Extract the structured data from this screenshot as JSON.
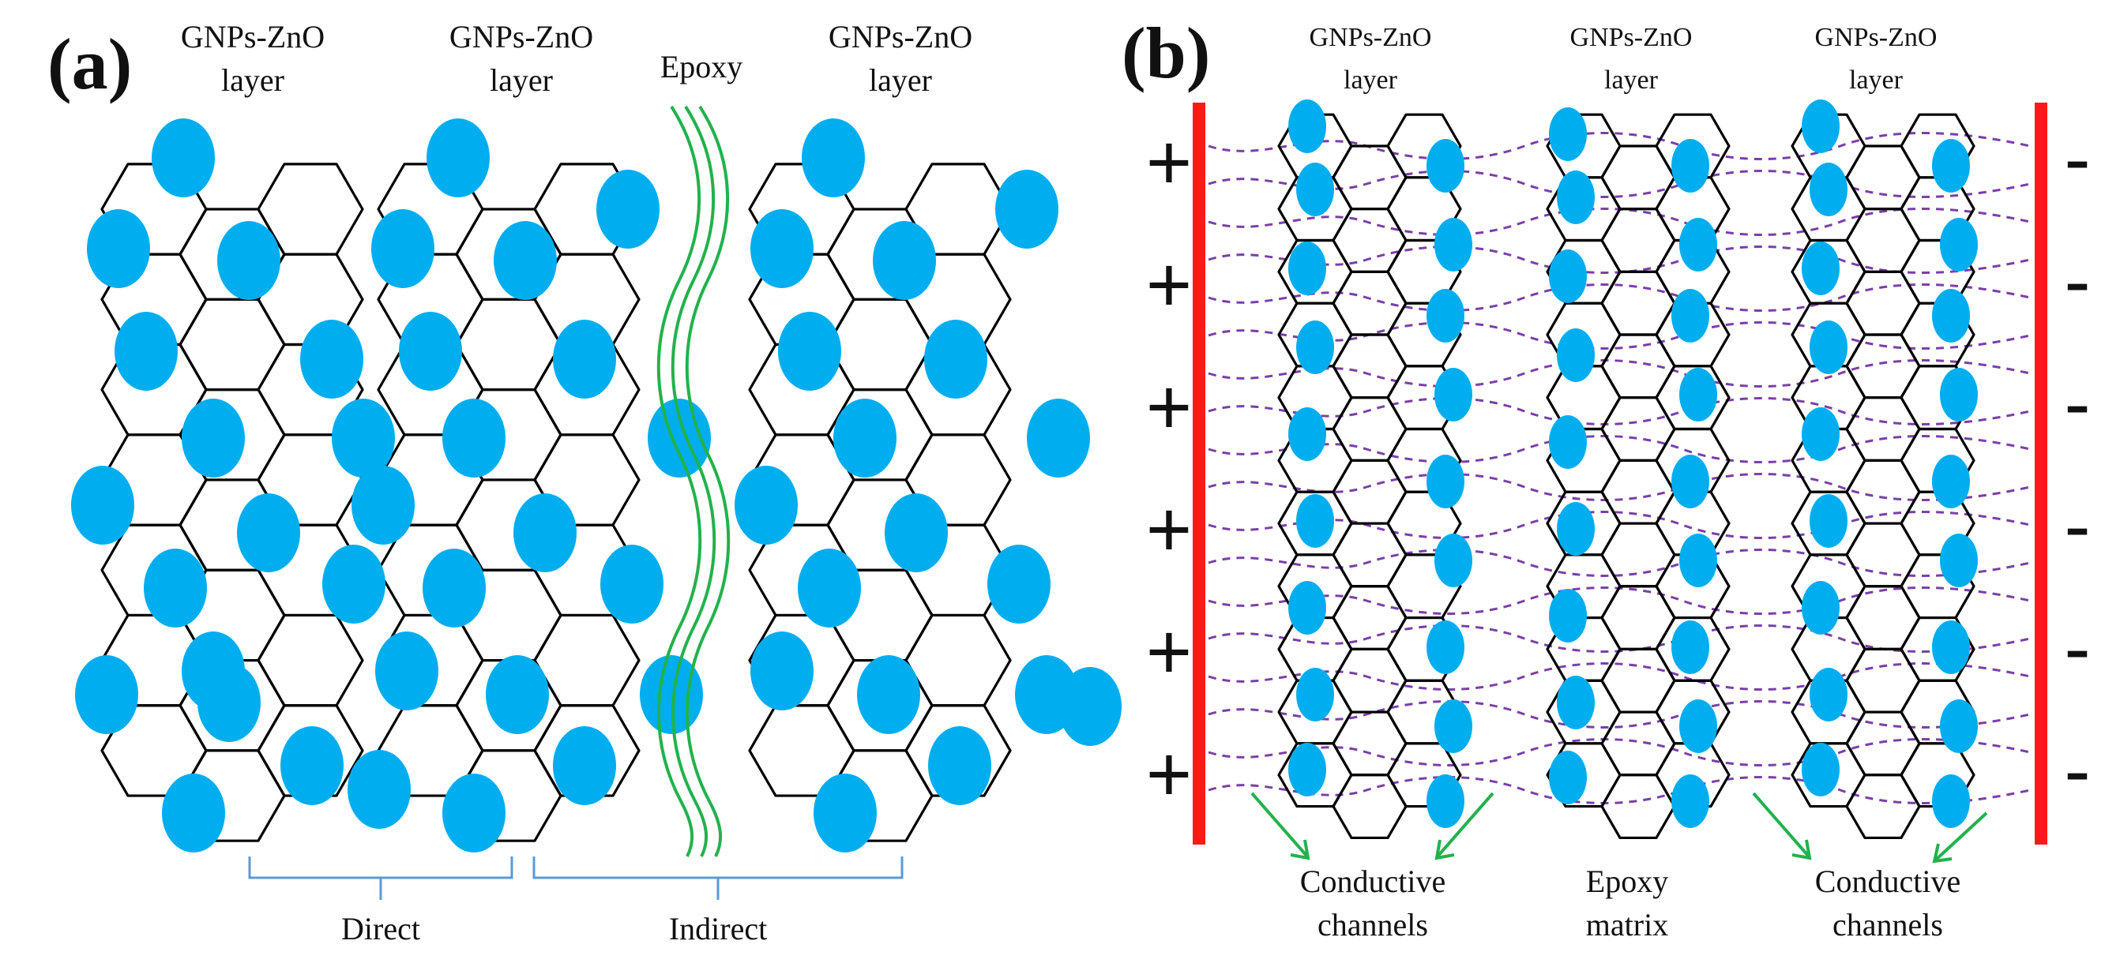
{
  "panel_a": {
    "letter": "(a)",
    "layer_label_line1": "GNPs-ZnO",
    "layer_label_line2": "layer",
    "epoxy_label": "Epoxy",
    "direct_label": "Direct",
    "indirect_label": "Indirect"
  },
  "panel_b": {
    "letter": "(b)",
    "layer_label_line1": "GNPs-ZnO",
    "layer_label_line2": "layer",
    "plus_sign": "+",
    "minus_sign": "-",
    "conductive_line1": "Conductive",
    "conductive_line2": "channels",
    "epoxy_line1": "Epoxy",
    "epoxy_line2": "matrix"
  },
  "colors": {
    "zno_particle": "#00aeef",
    "electrode": "#ff1a1a",
    "epoxy": "#22b24c",
    "charge_path": "#7b3fa8",
    "brace": "#5b9bd5"
  }
}
